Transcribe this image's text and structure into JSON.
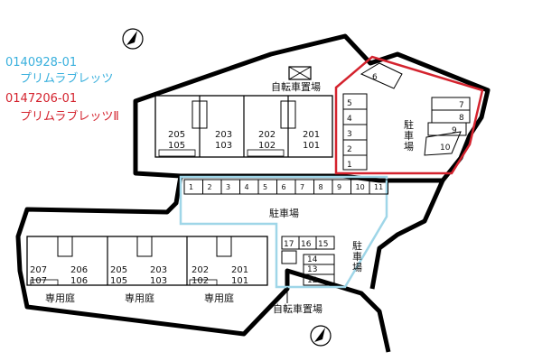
{
  "legend": {
    "items": [
      {
        "code": "0140928-01",
        "name": "プリムラブレッツ",
        "color": "#39b0dd"
      },
      {
        "code": "0147206-01",
        "name": "プリムラブレッツⅡ",
        "color": "#d4232e"
      }
    ]
  },
  "map": {
    "building_upper": {
      "units": [
        {
          "top": "205",
          "bottom": "105"
        },
        {
          "top": "203",
          "bottom": "103"
        },
        {
          "top": "202",
          "bottom": "102"
        },
        {
          "top": "201",
          "bottom": "101"
        }
      ]
    },
    "building_lower": {
      "units": [
        {
          "top": "207",
          "bottom": "107"
        },
        {
          "top": "206",
          "bottom": "106"
        },
        {
          "top": "205",
          "bottom": "105"
        },
        {
          "top": "203",
          "bottom": "103"
        },
        {
          "top": "202",
          "bottom": "102"
        },
        {
          "top": "201",
          "bottom": "101"
        }
      ],
      "garden_label": "専用庭"
    },
    "bicycle_parking": "自転車置場",
    "parking_label": "駐車場",
    "parking_row_top": [
      "1",
      "2",
      "3",
      "4",
      "5",
      "6",
      "7",
      "8",
      "9",
      "10",
      "11"
    ],
    "parking_inner_top": [
      "17",
      "16",
      "15"
    ],
    "parking_inner_side": [
      "14",
      "13",
      "12"
    ],
    "parking_right_column": [
      "5",
      "4",
      "3",
      "2",
      "1"
    ],
    "parking_triangle_upper": "6",
    "parking_far_right": [
      "7",
      "8",
      "9",
      "10"
    ],
    "north_marker": "north-arrow",
    "colors": {
      "boundary": "#000000",
      "phase1": "#9fd6e8",
      "phase2": "#d4232e"
    }
  }
}
